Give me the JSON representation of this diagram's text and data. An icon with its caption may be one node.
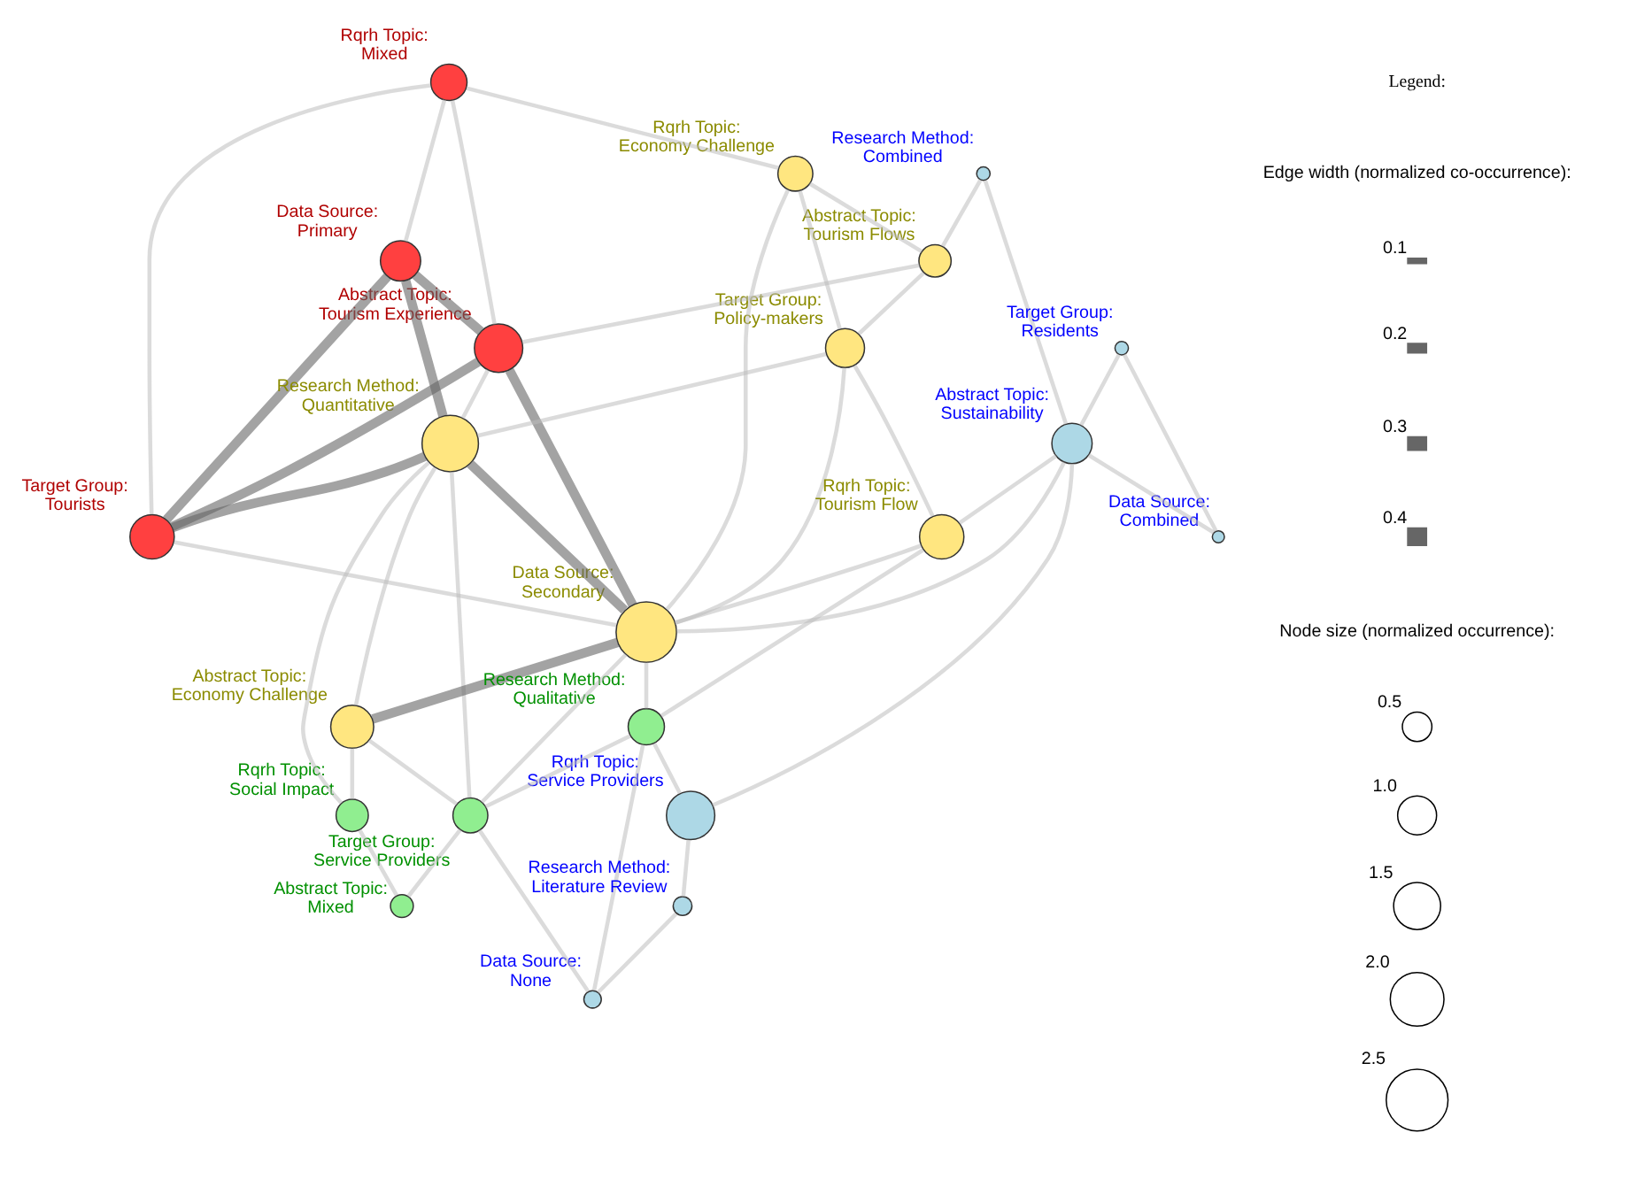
{
  "diagram": {
    "nodes": [
      {
        "text": [],
        "shape": "circle",
        "beside": [
          "Rqrh Topic: Mixed"
        ]
      },
      {
        "text": [],
        "shape": "circle",
        "beside": [
          "Rqrh Topic: Economy Challenge"
        ]
      },
      {
        "text": [],
        "shape": "circle",
        "beside": [
          "Data Source: Primary"
        ]
      },
      {
        "text": [],
        "shape": "circle",
        "beside": [
          "Research Method: Combined"
        ]
      },
      {
        "text": [],
        "shape": "circle",
        "beside": [
          "Abstract Topic: Tourism Experience"
        ]
      },
      {
        "text": [],
        "shape": "circle",
        "beside": [
          "Abstract Topic: Tourism Flows"
        ]
      },
      {
        "text": [],
        "shape": "circle",
        "beside": [
          "Target Group: Residents"
        ]
      },
      {
        "text": [],
        "shape": "circle",
        "beside": [
          "Target Group: Tourists"
        ]
      },
      {
        "text": [],
        "shape": "circle",
        "beside": [
          "Target Group: Policy-makers"
        ]
      },
      {
        "text": [],
        "shape": "circle",
        "beside": [
          "Research Method: Quantitative"
        ]
      },
      {
        "text": [],
        "shape": "circle",
        "beside": [
          "Abstract Topic: Sustainability"
        ]
      },
      {
        "text": [],
        "shape": "circle",
        "beside": [
          "Data Source: Secondary"
        ]
      },
      {
        "text": [],
        "shape": "circle",
        "beside": [
          "Rqrh Topic: Social Impact"
        ]
      },
      {
        "text": [],
        "shape": "circle",
        "beside": [
          "Rqrh Topic: Tourism Flow"
        ]
      },
      {
        "text": [],
        "shape": "circle",
        "beside": [
          "Data Source: Combined"
        ]
      },
      {
        "text": [],
        "shape": "circle",
        "beside": [
          "Abstract Topic: Economy Challenge"
        ]
      },
      {
        "text": [],
        "shape": "circle",
        "beside": [
          "Research Method: Qualitative"
        ]
      },
      {
        "text": [],
        "shape": "circle",
        "beside": [
          "Target Group: Service Providers"
        ]
      },
      {
        "text": [],
        "shape": "circle",
        "beside": [
          "Rqrh Topic: Service Providers"
        ]
      },
      {
        "text": [],
        "shape": "circle",
        "beside": [
          "Abstract Topic: Mixed"
        ]
      },
      {
        "text": [],
        "shape": "circle",
        "beside": [
          "Research Method: Literature Review"
        ]
      },
      {
        "text": [],
        "shape": "circle",
        "beside": [
          "Data Source: None"
        ]
      }
    ],
    "edges": [
      {
        "from": 11,
        "to": 9,
        "arrow": "none",
        "style": "thick"
      },
      {
        "from": 11,
        "to": 15,
        "arrow": "none",
        "style": "thick"
      },
      {
        "from": 9,
        "to": 7,
        "arrow": "none",
        "style": "thick"
      },
      {
        "from": 7,
        "to": 4,
        "arrow": "none",
        "style": "thick"
      },
      {
        "from": 2,
        "to": 7,
        "arrow": "none",
        "style": "thick"
      },
      {
        "from": 2,
        "to": 9,
        "arrow": "none",
        "style": "thick"
      },
      {
        "from": 4,
        "to": 11,
        "arrow": "none",
        "style": "thick"
      },
      {
        "from": 2,
        "to": 4,
        "arrow": "none",
        "style": "thick"
      },
      {
        "from": 0,
        "to": 4,
        "arrow": "none"
      },
      {
        "from": 0,
        "to": 2,
        "arrow": "none"
      },
      {
        "from": 0,
        "to": 1,
        "arrow": "none"
      },
      {
        "from": 0,
        "to": 7,
        "arrow": "none"
      },
      {
        "from": 1,
        "to": 5,
        "arrow": "none"
      },
      {
        "from": 1,
        "to": 8,
        "arrow": "none"
      },
      {
        "from": 1,
        "to": 11,
        "arrow": "none"
      },
      {
        "from": 3,
        "to": 5,
        "arrow": "none"
      },
      {
        "from": 3,
        "to": 10,
        "arrow": "none"
      },
      {
        "from": 6,
        "to": 10,
        "arrow": "none"
      },
      {
        "from": 6,
        "to": 14,
        "arrow": "none"
      },
      {
        "from": 5,
        "to": 8,
        "arrow": "none"
      },
      {
        "from": 5,
        "to": 4,
        "arrow": "none"
      },
      {
        "from": 8,
        "to": 11,
        "arrow": "none"
      },
      {
        "from": 8,
        "to": 9,
        "arrow": "none"
      },
      {
        "from": 8,
        "to": 13,
        "arrow": "none"
      },
      {
        "from": 10,
        "to": 11,
        "arrow": "none"
      },
      {
        "from": 10,
        "to": 13,
        "arrow": "none"
      },
      {
        "from": 10,
        "to": 14,
        "arrow": "none"
      },
      {
        "from": 10,
        "to": 18,
        "arrow": "none"
      },
      {
        "from": 13,
        "to": 11,
        "arrow": "none"
      },
      {
        "from": 13,
        "to": 16,
        "arrow": "none"
      },
      {
        "from": 11,
        "to": 16,
        "arrow": "none"
      },
      {
        "from": 11,
        "to": 17,
        "arrow": "none"
      },
      {
        "from": 16,
        "to": 17,
        "arrow": "none"
      },
      {
        "from": 15,
        "to": 9,
        "arrow": "none"
      },
      {
        "from": 15,
        "to": 17,
        "arrow": "none"
      },
      {
        "from": 15,
        "to": 12,
        "arrow": "none"
      },
      {
        "from": 12,
        "to": 9,
        "arrow": "none"
      },
      {
        "from": 12,
        "to": 19,
        "arrow": "none"
      },
      {
        "from": 17,
        "to": 19,
        "arrow": "none"
      },
      {
        "from": 16,
        "to": 18,
        "arrow": "none"
      },
      {
        "from": 16,
        "to": 21,
        "arrow": "none"
      },
      {
        "from": 17,
        "to": 21,
        "arrow": "none"
      },
      {
        "from": 20,
        "to": 21,
        "arrow": "none"
      },
      {
        "from": 18,
        "to": 20,
        "arrow": "none"
      },
      {
        "from": 9,
        "to": 17,
        "arrow": "none"
      },
      {
        "from": 7,
        "to": 11,
        "arrow": "none"
      },
      {
        "from": 4,
        "to": 9,
        "arrow": "none"
      }
    ],
    "labels": [
      "Legend:",
      "Edge width (normalized co-occurrence):",
      "Node size (normalized occurrence):"
    ],
    "legend": [
      {
        "text": "0.1"
      },
      {
        "text": "0.2"
      },
      {
        "text": "0.3"
      },
      {
        "text": "0.4"
      },
      {
        "text": "0.5"
      },
      {
        "text": "1.0"
      },
      {
        "text": "1.5"
      },
      {
        "text": "2.0"
      },
      {
        "text": "2.5"
      }
    ]
  }
}
